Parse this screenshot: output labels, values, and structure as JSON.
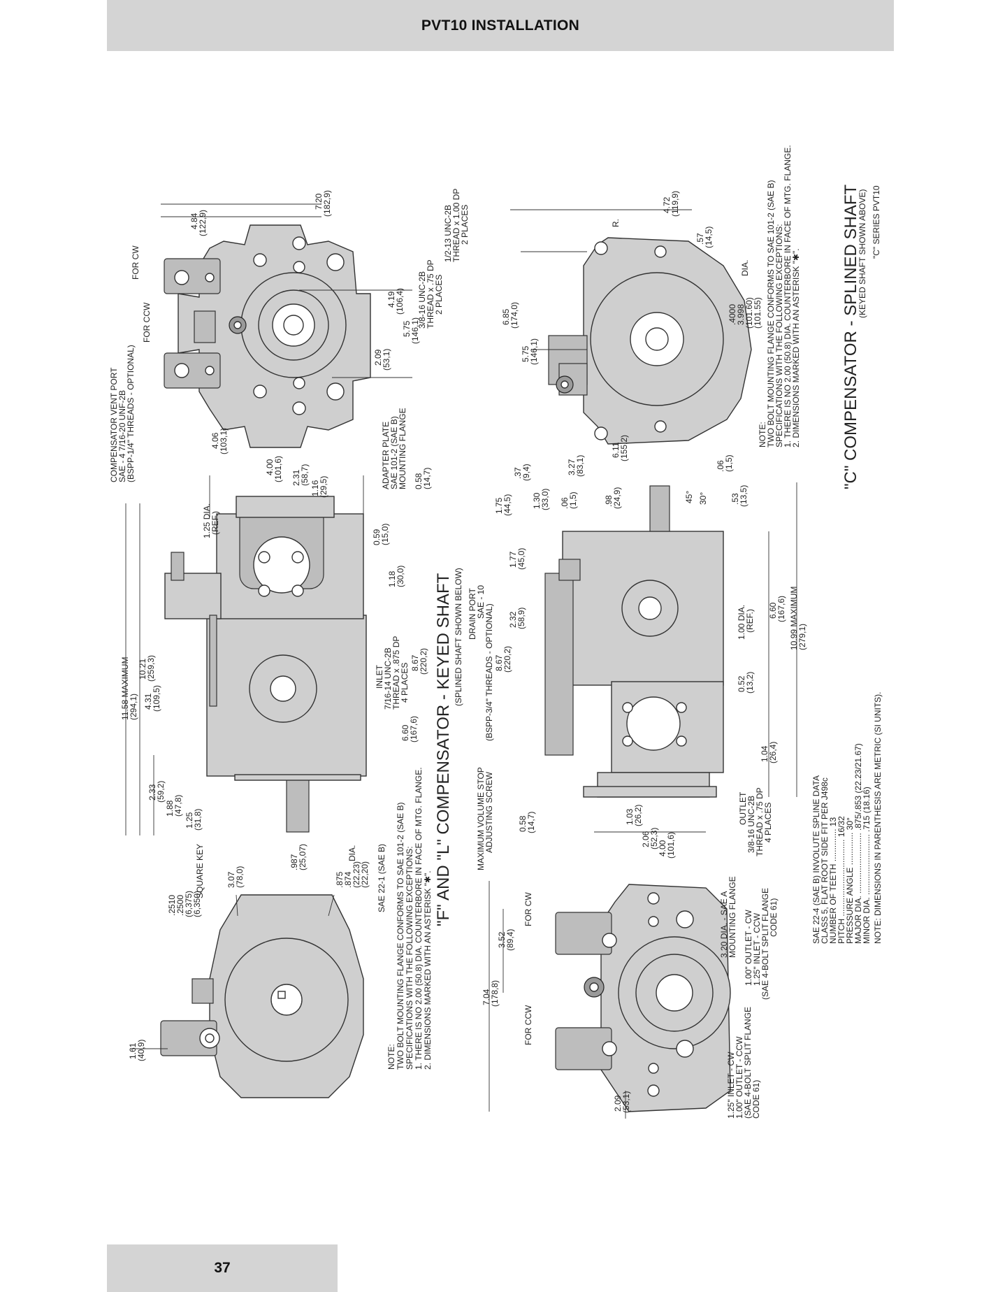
{
  "header": {
    "title": "PVT10 INSTALLATION"
  },
  "footer": {
    "page_number": "37"
  },
  "titles": {
    "fl_main": "\"F\" AND \"L\" COMPENSATOR - KEYED SHAFT",
    "fl_sub": "(SPLINED SHAFT SHOWN BELOW)",
    "c_main": "\"C\" COMPENSATOR - SPLINED SHAFT",
    "c_sub": "(KEYED SHAFT SHOWN ABOVE)",
    "c_series": "\"C\" SERIES PVT10"
  },
  "notes": {
    "fl": [
      "NOTE:",
      "TWO BOLT MOUNTING FLANGE CONFORMS TO SAE 101-2 (SAE B)",
      "SPECIFICATIONS WITH THE FOLLOWING EXCEPTIONS:",
      "1. THERE IS NO 2.00 (50.8) DIA. COUNTERBORE IN FACE OF MTG. FLANGE.",
      "2. DIMENSIONS MARKED WITH AN ASTERISK \"✱\"."
    ],
    "c": [
      "NOTE:",
      "TWO BOLT MOUNTING FLANGE CONFORMS TO SAE 101-2 (SAE B)",
      "SPECIFICATIONS WITH THE FOLLOWING EXCEPTIONS:",
      "1. THERE IS NO 2.00 (50.8) DIA. COUNTERBORE IN FACE OF MTG. FLANGE.",
      "2. DIMENSIONS MARKED WITH AN ASTERISK \"✱\"."
    ]
  },
  "spline_data": {
    "lines": [
      "SAE 22-4 (SAE B) INVOLUTE SPLINE DATA",
      "CLASS 5, FLAT ROOT SIDE FIT PER J498c",
      "NUMBER OF TEETH .............. 13",
      "PITCH ................................. 16/32",
      "PRESSURE ANGLE .............. 30°",
      "MAJOR DIA. .......................... .875/.853 (22.23/21.67)",
      "MINOR DIA. .......................... .715 (18.16)",
      "NOTE: DIMENSIONS IN PARENTHESIS ARE METRIC (SI UNITS)."
    ]
  },
  "callouts": {
    "comp_vent": [
      "COMPENSATOR VENT PORT",
      "SAE - 4 7/16-20 UNF-2B",
      "(BSPP-1/4\" THREADS - OPTIONAL)"
    ],
    "for_cw": "FOR CW",
    "for_ccw": "FOR CCW",
    "thread_half": [
      "1/2-13 UNC-2B",
      "THREAD x 1.00 DP",
      "2 PLACES"
    ],
    "thread_38": [
      "3/8-16 UNC-2B",
      "THREAD x .75 DP",
      "2 PLACES"
    ],
    "adapter_plate": [
      "ADAPTER PLATE",
      "SAE 101-2 (SAE B)",
      "MOUNTING FLANGE"
    ],
    "inlet": [
      "INLET",
      "7/16-14 UNC-2B",
      "THREAD x .875 DP",
      "4 PLACES"
    ],
    "square_key": "SQUARE KEY",
    "sae_221": "SAE 22-1 (SAE B)",
    "ref_125": [
      "1.25 DIA.",
      "(REF.)"
    ],
    "drain_port": [
      "DRAIN PORT",
      "SAE - 10",
      "(BSPP-3/4\" THREADS - OPTIONAL)"
    ],
    "max_vol": [
      "MAXIMUM VOLUME STOP",
      "ADJUSTING SCREW"
    ],
    "outlet": [
      "OUTLET",
      "3/8-16 UNC-2B",
      "THREAD x .75 DP",
      "4 PLACES"
    ],
    "ref_100": [
      "1.00 DIA.",
      "(REF.)"
    ],
    "flange_320": [
      "3.20 DIA. - SAE A",
      "MOUNTING FLANGE"
    ],
    "outlet_cw": [
      "1.00\" OUTLET - CW",
      "1.25\" INLET - CCW",
      "(SAE 4-BOLT SPLIT FLANGE",
      "CODE 61)"
    ],
    "inlet_cw": [
      "1.25\" INLET - CW",
      "1.00\" OUTLET - CCW",
      "(SAE 4-BOLT SPLIT FLANGE",
      "CODE 61)"
    ],
    "r_label": "R.",
    "dia_4000": [
      ".4000",
      "3.998",
      "(101.60)",
      "(101.55)",
      "DIA."
    ]
  },
  "dims": {
    "d720": [
      "7.20",
      "(182,9)"
    ],
    "d484": [
      "4.84",
      "(122,9)"
    ],
    "d419": [
      "4.19",
      "(106,4)"
    ],
    "d575a": [
      "5.75",
      "(146,1)"
    ],
    "d209a": [
      "2.09",
      "(53,1)"
    ],
    "d406": [
      "4.06",
      "(103,1)"
    ],
    "d400a": [
      "4.00",
      "(101,6)"
    ],
    "d231": [
      "2.31",
      "(58,7)"
    ],
    "d116": [
      "1.16",
      "(29,5)"
    ],
    "d058a": [
      "0.58",
      "(14,7)"
    ],
    "d059": [
      "0.59",
      "(15,0)"
    ],
    "d118": [
      "1.18",
      "(30,0)"
    ],
    "d867a": [
      "8.67",
      "(220,2)"
    ],
    "d660a": [
      "6.60",
      "(167,6)"
    ],
    "d1158": [
      "11.58 MAXIMUM",
      "(294,1)"
    ],
    "d1021": [
      "10.21",
      "(259,3)"
    ],
    "d431": [
      "4.31",
      "(109,5)"
    ],
    "d233": [
      "2.33",
      "(59,2)"
    ],
    "d188": [
      "1.88",
      "(47,8)"
    ],
    "d125": [
      "1.25",
      "(31,8)"
    ],
    "d307": [
      "3.07",
      "(78,0)"
    ],
    "d987": [
      ".987",
      "(25,07)"
    ],
    "d875": [
      ".875",
      ".874",
      "(22,23)",
      "(22,20)",
      "DIA."
    ],
    "d2510": [
      ".2510",
      ".2500",
      "(6,375)",
      "(6,350)"
    ],
    "d161": [
      "1.61",
      "(40,9)"
    ],
    "d685": [
      "6.85",
      "(174,0)"
    ],
    "d575b": [
      "5.75",
      "(146,1)"
    ],
    "d611": [
      "6.11",
      "(155,2)"
    ],
    "d472": [
      "4.72",
      "(119,9)"
    ],
    "d057": [
      ".57",
      "(14,5)"
    ],
    "d175": [
      "1.75",
      "(44,5)"
    ],
    "d037": [
      ".37",
      "(9,4)"
    ],
    "d130": [
      "1.30",
      "(33,0)"
    ],
    "d006a": [
      ".06",
      "(1,5)"
    ],
    "d327": [
      "3.27",
      "(83,1)"
    ],
    "d098": [
      ".98",
      "(24,9)"
    ],
    "d006b": [
      ".06",
      "(1,5)"
    ],
    "d053": [
      ".53",
      "(13,5)"
    ],
    "d177": [
      "1.77",
      "(45,0)"
    ],
    "d232": [
      "2.32",
      "(58,9)"
    ],
    "d867b": [
      "8.67",
      "(220,2)"
    ],
    "d660b": [
      "6.60",
      "(167,6)"
    ],
    "d1099": [
      "10.99 MAXIMUM",
      "(279,1)"
    ],
    "d052": [
      "0.52",
      "(13,2)"
    ],
    "d104": [
      "1.04",
      "(26,4)"
    ],
    "d058b": [
      "0.58",
      "(14,7)"
    ],
    "d103": [
      "1.03",
      "(26,2)"
    ],
    "d206": [
      "2.06",
      "(52,3)"
    ],
    "d400b": [
      "4.00",
      "(101,6)"
    ],
    "d704": [
      "7.04",
      "(178,8)"
    ],
    "d352": [
      "3.52",
      "(89,4)"
    ],
    "d209b": [
      "2.09",
      "(53,1)"
    ],
    "a45": "45°",
    "a30": "30°"
  }
}
